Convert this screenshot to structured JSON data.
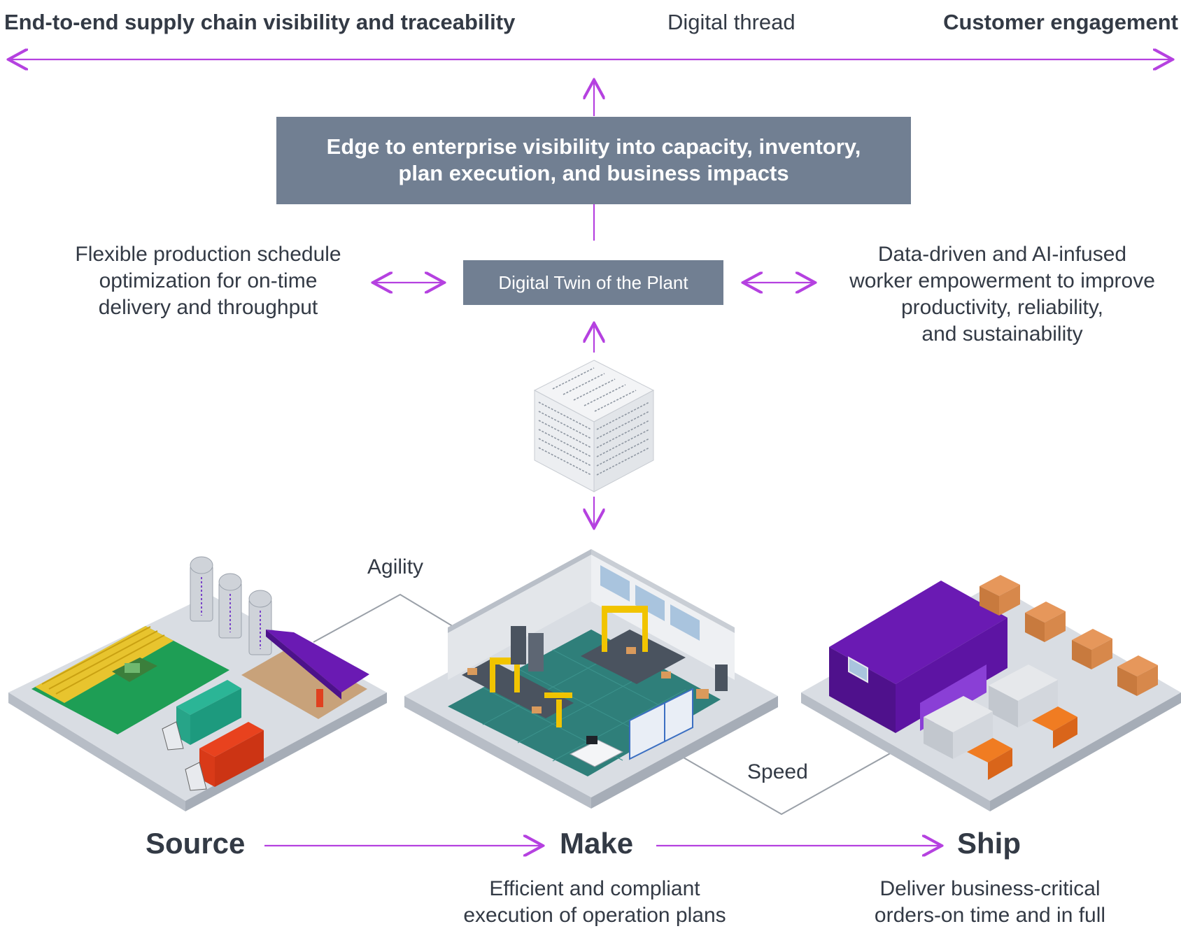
{
  "header": {
    "left": "End-to-end supply chain visibility and traceability",
    "center": "Digital thread",
    "right": "Customer engagement"
  },
  "enterprise_box": {
    "line1": "Edge to enterprise visibility into capacity, inventory,",
    "line2": "plan execution, and business impacts"
  },
  "twin_box": "Digital Twin of the Plant",
  "left_note": {
    "line1": "Flexible production schedule",
    "line2": "optimization for on-time",
    "line3": "delivery and throughput"
  },
  "right_note": {
    "line1": "Data-driven and AI-infused",
    "line2": "worker empowerment to improve",
    "line3": "productivity, reliability,",
    "line4": "and sustainability"
  },
  "connectors": {
    "agility": "Agility",
    "speed": "Speed"
  },
  "stages": {
    "source": "Source",
    "make": "Make",
    "ship": "Ship"
  },
  "make_desc": {
    "line1": "Efficient and compliant",
    "line2": "execution of operation plans"
  },
  "ship_desc": {
    "line1": "Deliver business-critical",
    "line2": "orders-on time and in full"
  },
  "colors": {
    "accent": "#b541e0",
    "box": "#717f92",
    "text": "#333a45",
    "warehouse": "#6a1ab3"
  }
}
